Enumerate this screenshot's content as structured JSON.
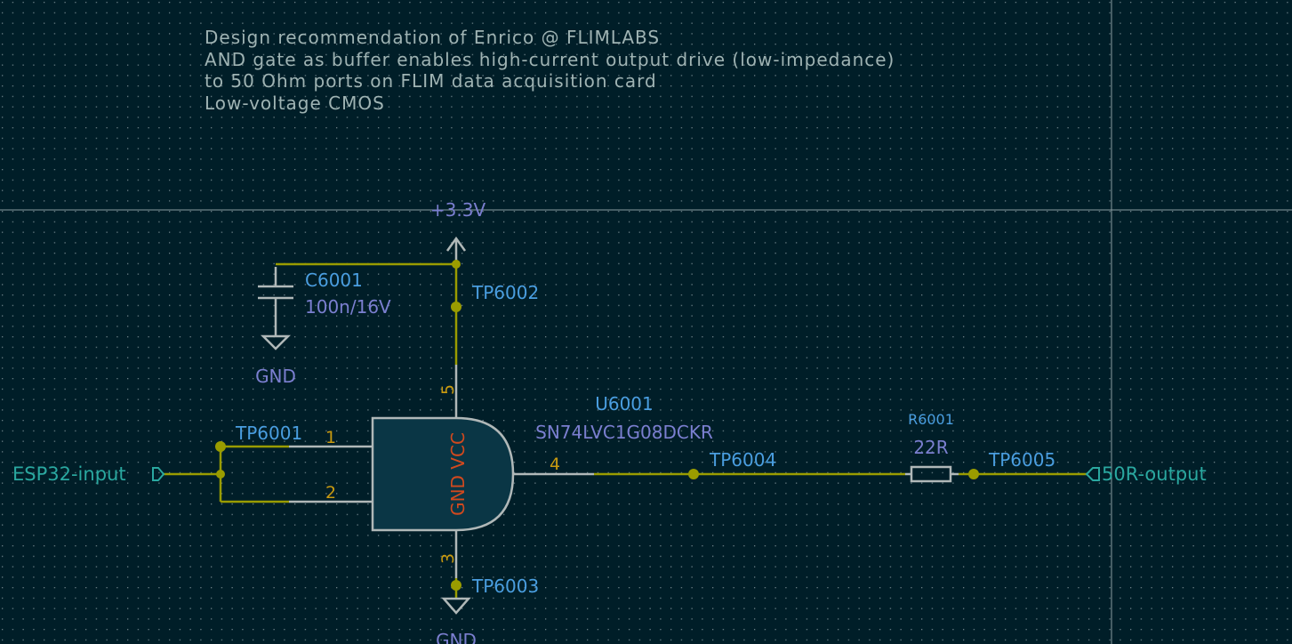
{
  "canvas": {
    "background": "#001e28",
    "colors": {
      "wire": "#9a9c00",
      "reference": "#4a9ee0",
      "value": "#7b7fd0",
      "pin_number": "#c89a10",
      "label": "#2aa8a0",
      "note": "#9fb3b3",
      "pin_name": "#d2491e"
    }
  },
  "note": {
    "lines": [
      "Design recommendation of Enrico @ FLIMLABS",
      "AND gate as buffer enables high-current output drive (low-impedance)",
      "to 50 Ohm ports on FLIM data acquisition card",
      "Low-voltage CMOS"
    ]
  },
  "power": {
    "vcc": "+3.3V",
    "gnd_cap": "GND",
    "gnd_gate": "GND"
  },
  "capacitor": {
    "ref": "C6001",
    "value": "100n/16V"
  },
  "gate": {
    "ref": "U6001",
    "value": "SN74LVC1G08DCKR",
    "pin_names": "GND VCC",
    "pins": [
      "1",
      "2",
      "3",
      "4",
      "5"
    ]
  },
  "resistor": {
    "ref": "R6001",
    "value": "22R"
  },
  "testpoints": [
    "TP6001",
    "TP6002",
    "TP6003",
    "TP6004",
    "TP6005"
  ],
  "labels": {
    "input": "ESP32-input",
    "output": "50R-output"
  }
}
